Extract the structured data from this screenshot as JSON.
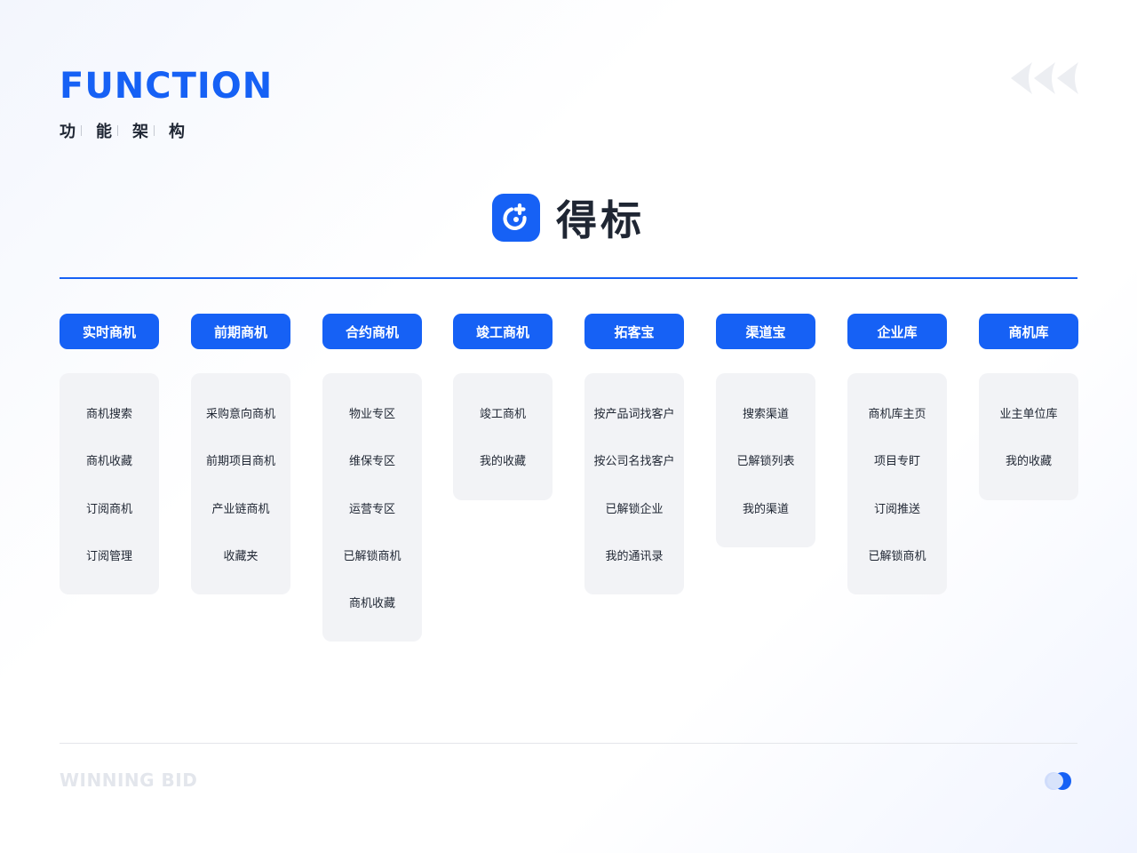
{
  "header": {
    "title": "FUNCTION",
    "subtitle_chars": [
      "功",
      "能",
      "架",
      "构"
    ]
  },
  "brand": {
    "name": "得标",
    "logo_icon": "power-refresh-icon",
    "accent_color": "#1661f5"
  },
  "columns": [
    {
      "title": "实时商机",
      "items": [
        "商机搜索",
        "商机收藏",
        "订阅商机",
        "订阅管理"
      ]
    },
    {
      "title": "前期商机",
      "items": [
        "采购意向商机",
        "前期项目商机",
        "产业链商机",
        "收藏夹"
      ]
    },
    {
      "title": "合约商机",
      "items": [
        "物业专区",
        "维保专区",
        "运营专区",
        "已解锁商机",
        "商机收藏"
      ]
    },
    {
      "title": "竣工商机",
      "items": [
        "竣工商机",
        "我的收藏"
      ]
    },
    {
      "title": "拓客宝",
      "items": [
        "按产品词找客户",
        "按公司名找客户",
        "已解锁企业",
        "我的通讯录"
      ]
    },
    {
      "title": "渠道宝",
      "items": [
        "搜索渠道",
        "已解锁列表",
        "我的渠道"
      ]
    },
    {
      "title": "企业库",
      "items": [
        "商机库主页",
        "项目专盯",
        "订阅推送",
        "已解锁商机"
      ]
    },
    {
      "title": "商机库",
      "items": [
        "业主单位库",
        "我的收藏"
      ]
    }
  ],
  "footer": {
    "text": "WINNING BID",
    "toggle_icon": "toggle-icon"
  }
}
